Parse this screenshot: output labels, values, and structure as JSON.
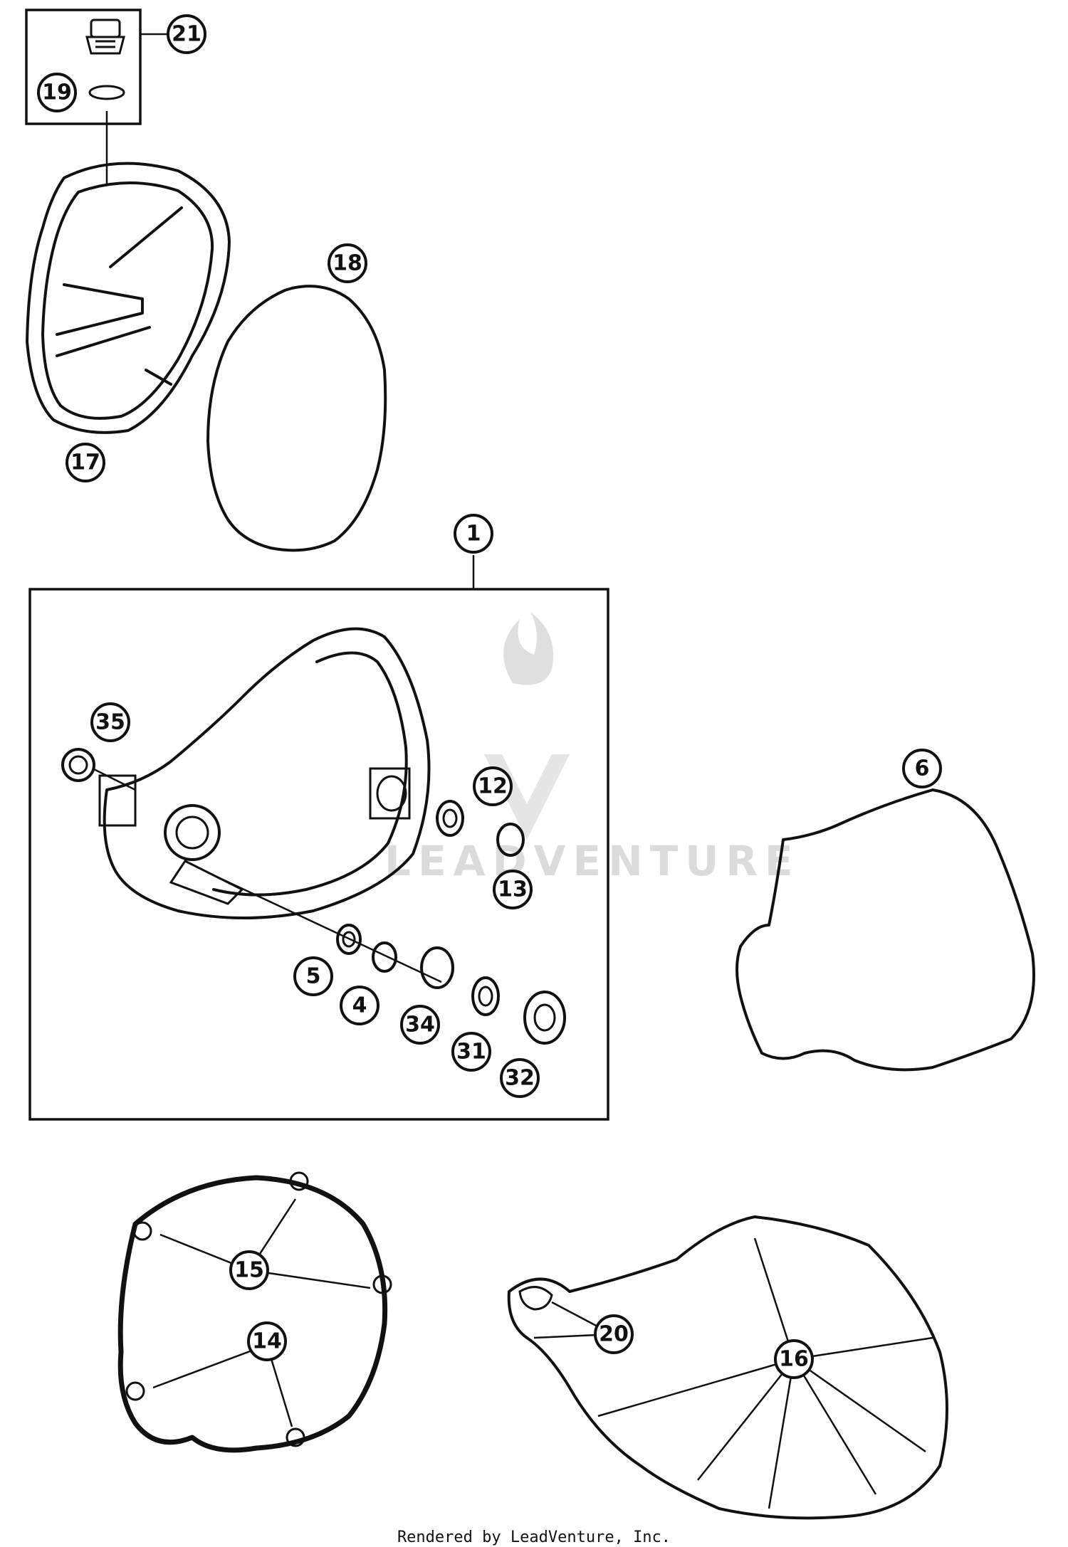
{
  "diagram": {
    "callouts": [
      "1",
      "4",
      "5",
      "6",
      "12",
      "13",
      "14",
      "15",
      "16",
      "17",
      "18",
      "19",
      "20",
      "21",
      "31",
      "32",
      "34",
      "35"
    ],
    "watermark": "LEADVENTURE",
    "footer": "Rendered by LeadVenture, Inc."
  }
}
